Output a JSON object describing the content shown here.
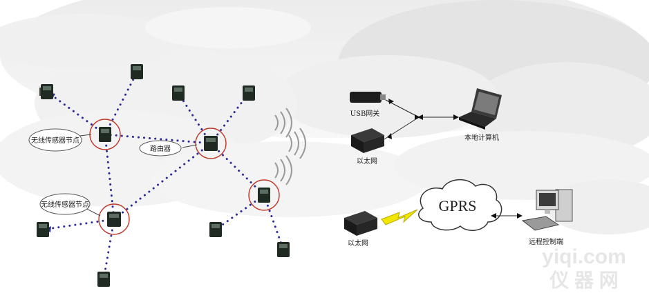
{
  "labels": {
    "sensor_node_1": "无线传感器节点",
    "sensor_node_2": "无线传感器节点",
    "router": "路由器",
    "usb_gateway": "USB网关",
    "ethernet_1": "以太网",
    "local_computer": "本地计算机",
    "gprs": "GPRS",
    "ethernet_2": "以太网",
    "remote_monitor": "远程控制端"
  },
  "watermark": {
    "line1": "yiqi.com",
    "line2": "仪 器 网"
  },
  "colors": {
    "dot_link": "#2a2a9a",
    "node_ring": "#c0392b",
    "device": "#1e2a22",
    "lightning": "#f2e600"
  }
}
